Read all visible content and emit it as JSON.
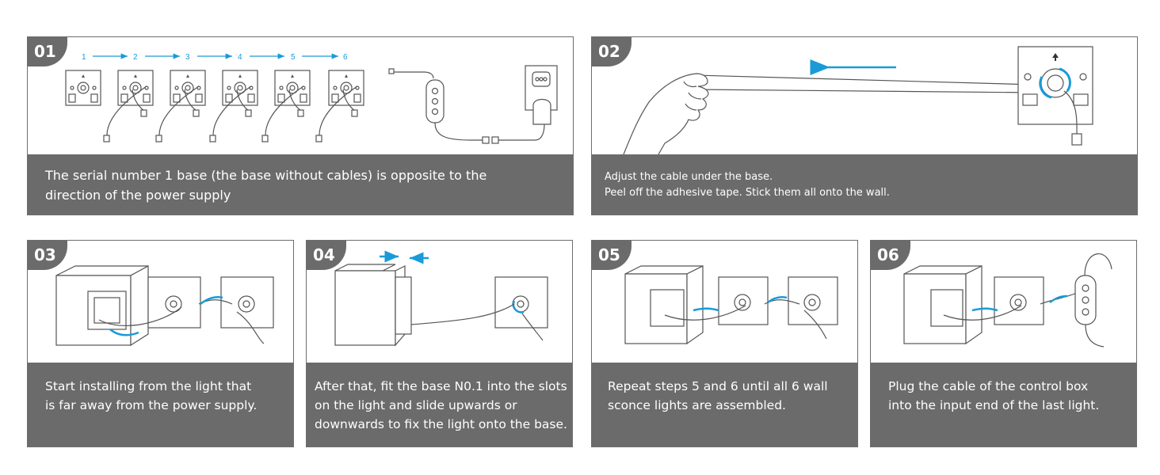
{
  "colors": {
    "caption_bg": "#6b6b6b",
    "accent": "#1a9ad8",
    "border": "#6d6d6d"
  },
  "steps": [
    {
      "number": "01",
      "caption": [
        "The serial number 1 base (the base without cables) is opposite to the",
        "direction of the power supply"
      ],
      "sequence": [
        "1",
        "2",
        "3",
        "4",
        "5",
        "6"
      ]
    },
    {
      "number": "02",
      "caption": [
        "Adjust the cable under the base.",
        "Peel off the adhesive tape. Stick them all onto the wall."
      ]
    },
    {
      "number": "03",
      "caption": [
        "Start installing from the light that",
        "is far away from the power supply."
      ]
    },
    {
      "number": "04",
      "caption": [
        "After that, fit the base N0.1 into the slots",
        "on the light and slide upwards or",
        "downwards to fix the light onto the base."
      ]
    },
    {
      "number": "05",
      "caption": [
        "Repeat steps 5 and 6 until all 6 wall",
        "sconce lights are assembled."
      ]
    },
    {
      "number": "06",
      "caption": [
        "Plug the cable of the control box",
        "into the input end of the last light."
      ]
    }
  ],
  "icons": [
    "wall-base-icon",
    "control-box-icon",
    "power-adapter-icon",
    "hand-icon",
    "light-fixture-icon",
    "arrow-icon"
  ]
}
